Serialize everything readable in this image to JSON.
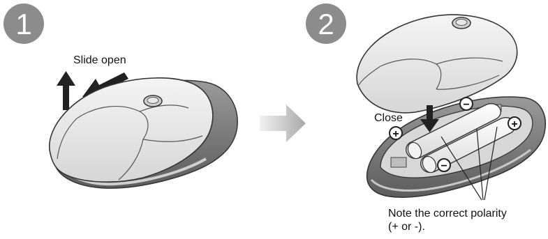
{
  "step1": {
    "number": "1",
    "label": "Slide open"
  },
  "step2": {
    "number": "2",
    "close_label": "Close",
    "plus_symbol": "+",
    "minus_symbol": "−",
    "note_line1": "Note the correct polarity",
    "note_line2": "(+ or -)."
  },
  "icons": {
    "direction_arrow": "gradient-right-arrow"
  },
  "colors": {
    "step_circle": "#8c8c8c",
    "shell_light": "#e9e9e9",
    "shell_dark": "#6e6e6e",
    "arrow_dark": "#222222"
  }
}
